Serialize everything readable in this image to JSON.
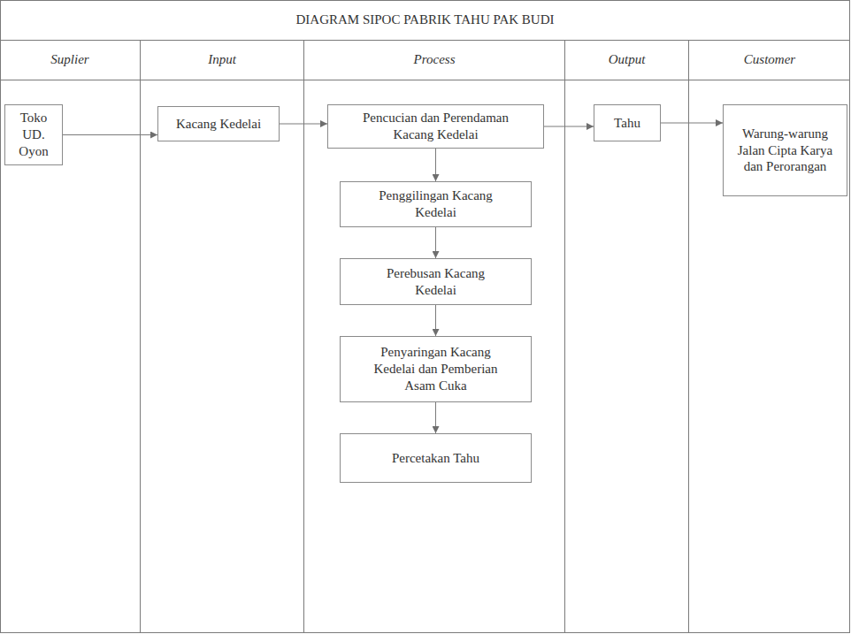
{
  "diagram": {
    "title": "DIAGRAM SIPOC PABRIK TAHU PAK BUDI",
    "nodes": [
      {
        "text": [
          "Suplier"
        ]
      },
      {
        "text": [
          "Input"
        ]
      },
      {
        "text": [
          "Process"
        ]
      },
      {
        "text": [
          "Output"
        ]
      },
      {
        "text": [
          "Customer"
        ]
      },
      {
        "text": [
          "Toko UD. Oyon"
        ],
        "in": 0
      },
      {
        "text": [
          "Kacang Kedelai"
        ],
        "in": 1
      },
      {
        "text": [
          "Pencucian dan Perendaman Kacang Kedelai"
        ],
        "in": 2
      },
      {
        "text": [
          "Penggilingan Kacang Kedelai"
        ],
        "in": 2
      },
      {
        "text": [
          "Perebusan Kacang Kedelai"
        ],
        "in": 2
      },
      {
        "text": [
          "Penyaringan Kacang Kedelai dan Pemberian Asam Cuka"
        ],
        "in": 2
      },
      {
        "text": [
          "Percetakan Tahu"
        ],
        "in": 2
      },
      {
        "text": [
          "Tahu"
        ],
        "in": 3
      },
      {
        "text": [
          "Warung-warung Jalan Cipta Karya dan Perorangan"
        ],
        "in": 4
      }
    ],
    "edges": [
      {
        "from": 5,
        "to": 6,
        "arrow": "to"
      },
      {
        "from": 6,
        "to": 7,
        "arrow": "to"
      },
      {
        "from": 7,
        "to": 12,
        "arrow": "to"
      },
      {
        "from": 12,
        "to": 13,
        "arrow": "to"
      },
      {
        "from": 7,
        "to": 8,
        "arrow": "to"
      },
      {
        "from": 8,
        "to": 9,
        "arrow": "to"
      },
      {
        "from": 9,
        "to": 10,
        "arrow": "to"
      },
      {
        "from": 10,
        "to": 11,
        "arrow": "to"
      }
    ]
  }
}
